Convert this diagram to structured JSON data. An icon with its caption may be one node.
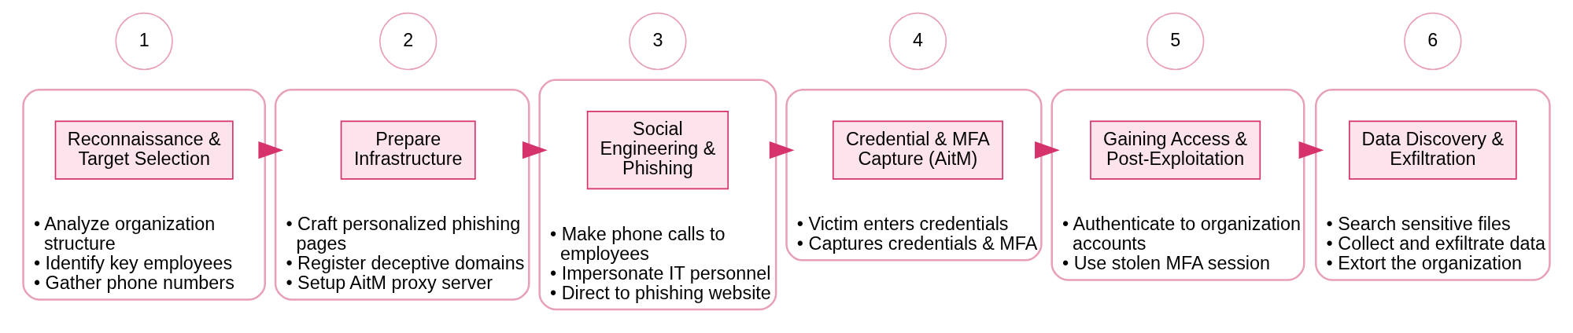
{
  "diagram": {
    "nodes": [
      {
        "text": [
          "1"
        ]
      },
      {
        "text": [
          "• Analyze organization structure",
          "• Identify key employees",
          "• Gather phone numbers"
        ]
      },
      {
        "text": [
          "Reconnaissance & Target Selection"
        ],
        "in": 1
      },
      {
        "text": [
          "2"
        ]
      },
      {
        "text": [
          "• Craft personalized phishing pages",
          "• Register deceptive domains",
          "• Setup AitM proxy server"
        ]
      },
      {
        "text": [
          "Prepare Infrastructure"
        ],
        "in": 4
      },
      {
        "text": [
          "3"
        ]
      },
      {
        "text": [
          "• Make phone calls to employees",
          "• Impersonate IT personnel",
          "• Direct to phishing website"
        ]
      },
      {
        "text": [
          "Social Engineering & Phishing"
        ],
        "in": 7
      },
      {
        "text": [
          "4"
        ]
      },
      {
        "text": [
          "• Victim enters credentials",
          "• Captures credentials & MFA"
        ]
      },
      {
        "text": [
          "Credential & MFA Capture (AitM)"
        ],
        "in": 10
      },
      {
        "text": [
          "5"
        ]
      },
      {
        "text": [
          "• Authenticate to organization accounts",
          "• Use stolen MFA session"
        ]
      },
      {
        "text": [
          "Gaining Access & Post-Exploitation"
        ],
        "in": 13
      },
      {
        "text": [
          "6"
        ]
      },
      {
        "text": [
          "• Search sensitive files",
          "• Collect and exfiltrate data",
          "• Extort the organization"
        ]
      },
      {
        "text": [
          "Data Discovery & Exfiltration"
        ],
        "in": 16
      }
    ],
    "edges": [
      {
        "from": 1,
        "to": 4,
        "arrow": "to"
      },
      {
        "from": 4,
        "to": 7,
        "arrow": "to"
      },
      {
        "from": 7,
        "to": 10,
        "arrow": "to"
      },
      {
        "from": 10,
        "to": 13,
        "arrow": "to"
      },
      {
        "from": 13,
        "to": 16,
        "arrow": "to"
      }
    ]
  }
}
